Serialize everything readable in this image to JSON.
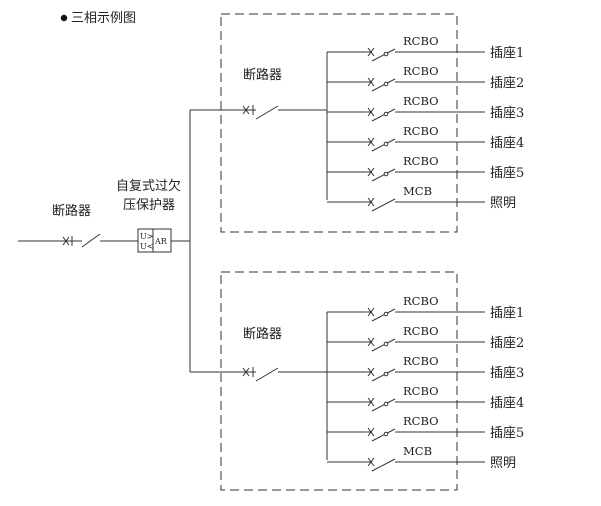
{
  "title": "三相示例图",
  "main_breaker_label": "断路器",
  "protector_label_line1": "自复式过欠",
  "protector_label_line2": "压保护器",
  "protector_symbols": {
    "uover": "U>",
    "uunder": "U<",
    "ar": "AR"
  },
  "panels": [
    {
      "breaker_label": "断路器",
      "branches": [
        {
          "device": "RCBO",
          "load": "插座1"
        },
        {
          "device": "RCBO",
          "load": "插座2"
        },
        {
          "device": "RCBO",
          "load": "插座3"
        },
        {
          "device": "RCBO",
          "load": "插座4"
        },
        {
          "device": "RCBO",
          "load": "插座5"
        },
        {
          "device": "MCB",
          "load": "照明"
        }
      ]
    },
    {
      "breaker_label": "断路器",
      "branches": [
        {
          "device": "RCBO",
          "load": "插座1"
        },
        {
          "device": "RCBO",
          "load": "插座2"
        },
        {
          "device": "RCBO",
          "load": "插座3"
        },
        {
          "device": "RCBO",
          "load": "插座4"
        },
        {
          "device": "RCBO",
          "load": "插座5"
        },
        {
          "device": "MCB",
          "load": "照明"
        }
      ]
    }
  ]
}
